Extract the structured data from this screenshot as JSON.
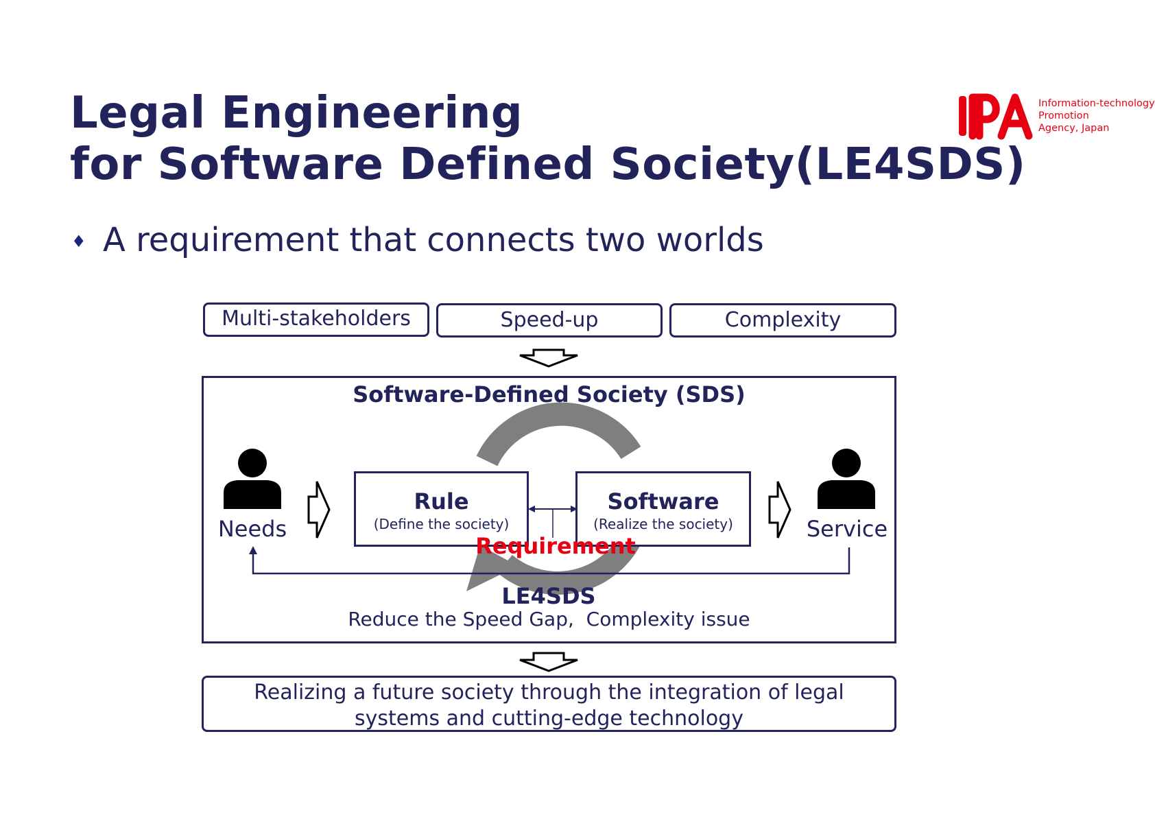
{
  "title": {
    "line1": "Legal Engineering",
    "line2": "for Software Defined Society(LE4SDS)"
  },
  "logo": {
    "mark": "IPA",
    "line1": "Information-technology",
    "line2": "Promotion",
    "line3": "Agency, Japan",
    "color": "#e60012"
  },
  "bullet": {
    "icon": "diamond-bullet-icon",
    "text": "A requirement that connects two worlds"
  },
  "diagram": {
    "drivers": [
      "Multi-stakeholders",
      "Speed-up",
      "Complexity"
    ],
    "sds_title": "Software-Defined Society (SDS)",
    "needs_label": "Needs",
    "service_label": "Service",
    "rule_title": "Rule",
    "rule_sub": "(Define the society)",
    "software_title": "Software",
    "software_sub": "(Realize the society)",
    "requirement_label": "Requirement",
    "le4sds_label": "LE4SDS",
    "gap_text": "Reduce the Speed Gap,  Complexity issue",
    "outcome_line1": "Realizing a future society through the integration of legal",
    "outcome_line2": "systems and cutting-edge technology",
    "colors": {
      "navy": "#22235a",
      "accent_red": "#e60012",
      "cycle_grey": "#7f7f7f"
    }
  }
}
